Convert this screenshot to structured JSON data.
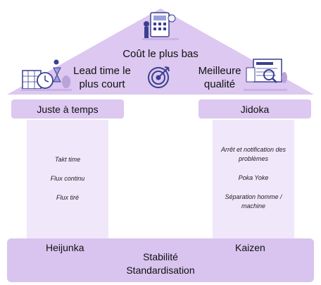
{
  "roof": {
    "top_label": "Coût le plus bas",
    "left_label": "Lead time le plus court",
    "right_label": "Meilleure qualité",
    "center_icon": "target-icon",
    "top_icon": "calculator-person-icon",
    "left_icon": "calendar-clock-person-icon",
    "right_icon": "report-magnifier-person-icon"
  },
  "pillars": {
    "left": {
      "title": "Juste à temps",
      "items": [
        "Takt time",
        "Flux continu",
        "Flux tiré"
      ]
    },
    "right": {
      "title": "Jidoka",
      "items": [
        "Arrêt et notification des problèmes",
        "Poka Yoke",
        "Séparation homme / machine"
      ]
    }
  },
  "base": {
    "left_label": "Heijunka",
    "right_label": "Kaizen",
    "center_line1": "Stabilité",
    "center_line2": "Standardisation"
  },
  "colors": {
    "roof": "#dcc8f0",
    "pillar_head": "#dcc8f0",
    "pillar_body": "#f1e7fb",
    "base": "#d8c4ee",
    "icon_accent": "#3b3f8f"
  }
}
